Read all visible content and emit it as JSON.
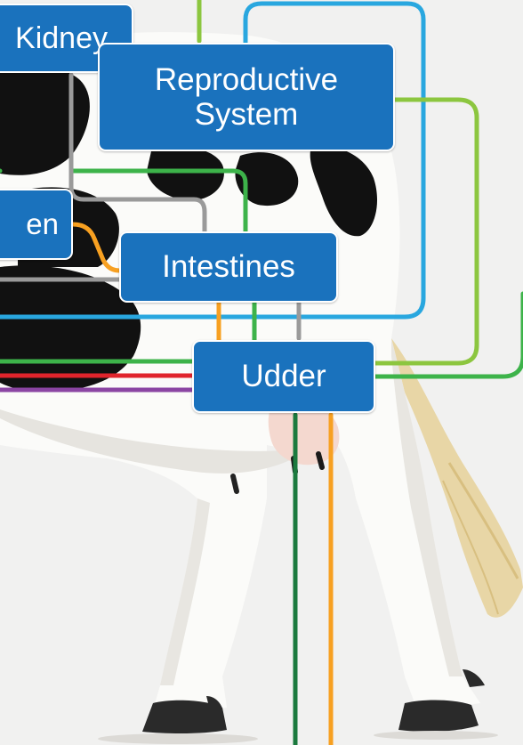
{
  "labels": {
    "kidney": "Kidney",
    "reproductive_line1": "Reproductive",
    "reproductive_line2": "System",
    "spleen": "en",
    "intestines": "Intestines",
    "udder": "Udder"
  },
  "colors": {
    "label_fill": "#1a72bd",
    "label_border": "#ffffff",
    "background": "#f1f1f0",
    "line_sky_blue": "#29a7df",
    "line_light_green": "#8cc63f",
    "line_green": "#3db34a",
    "line_dark_green": "#1b7a3e",
    "line_orange": "#f7a021",
    "line_gray": "#9a9a9a",
    "line_red": "#e0242c",
    "line_purple": "#8b45a3"
  }
}
